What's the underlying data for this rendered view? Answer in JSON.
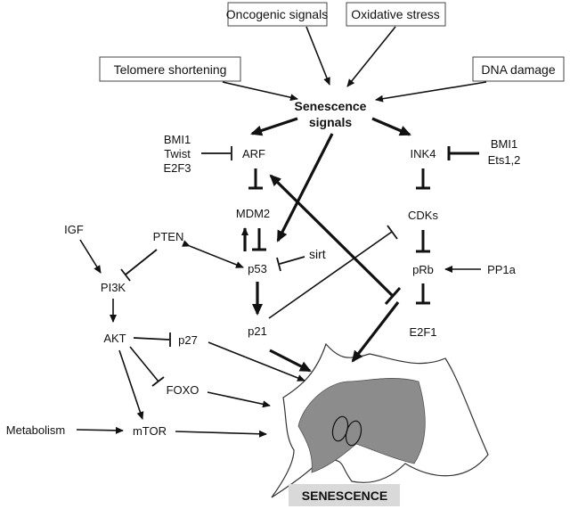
{
  "inputs": {
    "oncogenic": "Oncogenic signals",
    "oxidative": "Oxidative stress",
    "telomere": "Telomere shortening",
    "dna_damage": "DNA damage"
  },
  "center": {
    "line1": "Senescence",
    "line2": "signals"
  },
  "nodes": {
    "bmi1_left": "BMI1",
    "twist": "Twist",
    "e2f3": "E2F3",
    "arf": "ARF",
    "mdm2": "MDM2",
    "p53": "p53",
    "sirt": "sirt",
    "p21": "p21",
    "ink4": "INK4",
    "bmi1_right": "BMI1",
    "ets": "Ets1,2",
    "cdks": "CDKs",
    "prb": "pRb",
    "pp1a": "PP1a",
    "e2f1": "E2F1",
    "igf": "IGF",
    "pten": "PTEN",
    "pi3k": "PI3K",
    "akt": "AKT",
    "p27": "p27",
    "foxo": "FOXO",
    "metabolism": "Metabolism",
    "mtor": "mTOR"
  },
  "outcome": {
    "label": "SENESCENCE",
    "label_bg": "#d9d9d9",
    "cell_fill": "#ffffff",
    "nucleus_fill": "#8c8c8c"
  }
}
